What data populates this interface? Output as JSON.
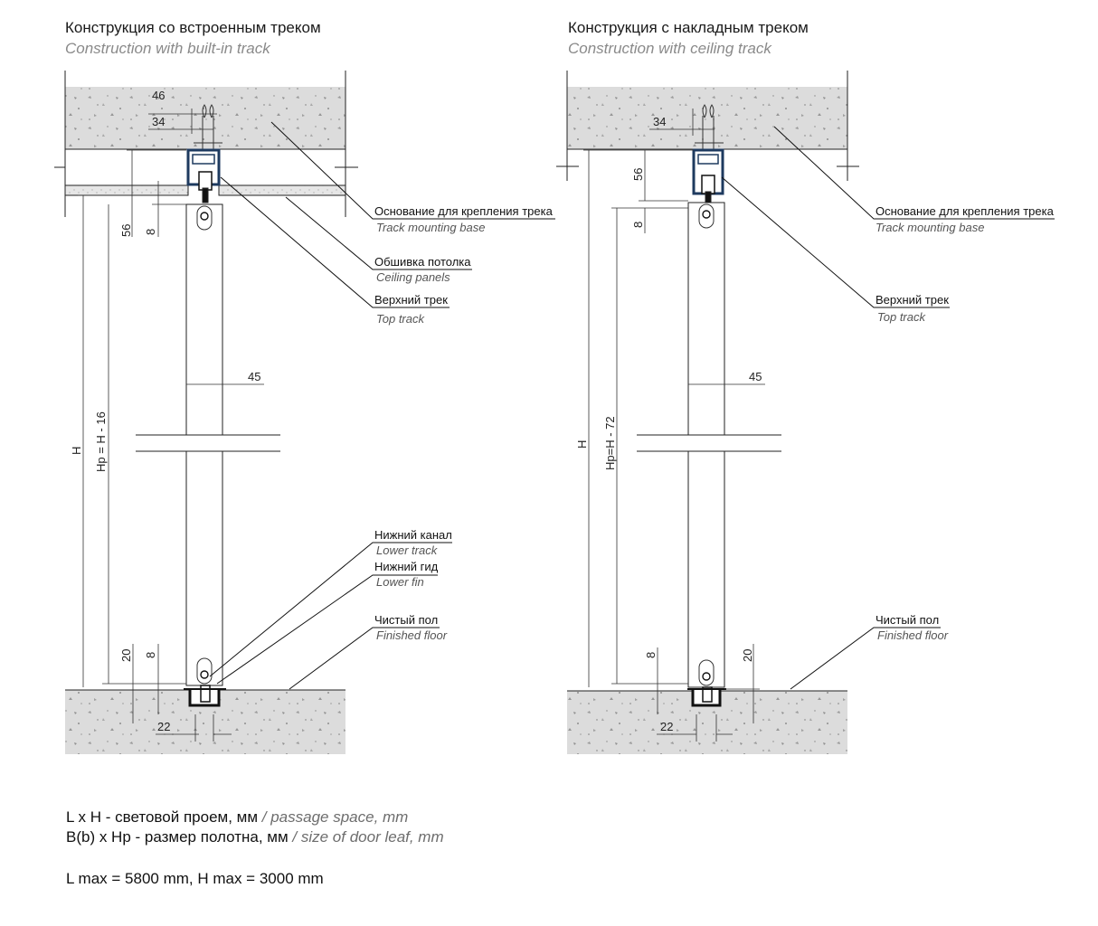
{
  "left": {
    "title_ru": "Конструкция со встроенным треком",
    "title_en": "Construction with built-in track",
    "dims": {
      "top_outer": "46",
      "top_inner": "34",
      "top_height": "56",
      "top_gap": "8",
      "leaf_height": "Hp = H - 16",
      "total_height": "H",
      "leaf_width": "45",
      "bottom_height": "20",
      "bottom_gap": "8",
      "bottom_width": "22"
    },
    "callouts": [
      {
        "ru": "Основание для крепления трека",
        "en": "Track mounting base"
      },
      {
        "ru": "Обшивка потолка",
        "en": "Ceiling panels"
      },
      {
        "ru": "Верхний трек",
        "en": "Top track"
      },
      {
        "ru": "Нижний канал",
        "en": "Lower track"
      },
      {
        "ru": "Нижний гид",
        "en": "Lower fin"
      },
      {
        "ru": "Чистый пол",
        "en": "Finished floor"
      }
    ]
  },
  "right": {
    "title_ru": "Конструкция с накладным треком",
    "title_en": "Construction with ceiling track",
    "dims": {
      "top_inner": "34",
      "top_height": "56",
      "top_gap": "8",
      "leaf_height": "Hp=H - 72",
      "total_height": "H",
      "leaf_width": "45",
      "bottom_height": "20",
      "bottom_gap": "8",
      "bottom_width": "22"
    },
    "callouts": [
      {
        "ru": "Основание для крепления трека",
        "en": "Track mounting base"
      },
      {
        "ru": "Верхний трек",
        "en": "Top track"
      },
      {
        "ru": "Чистый пол",
        "en": "Finished floor"
      }
    ]
  },
  "notes": {
    "line1_ru": "L x H - световой проем, мм",
    "line1_en": "/ passage space, mm",
    "line2_ru": "B(b) x Hp - размер полотна, мм",
    "line2_en": "/ size of door leaf, mm",
    "line3": "L max = 5800 mm, H max = 3000 mm"
  },
  "colors": {
    "concrete": "#dcdcdc",
    "track": "#1e3a5f",
    "line": "#222222"
  }
}
